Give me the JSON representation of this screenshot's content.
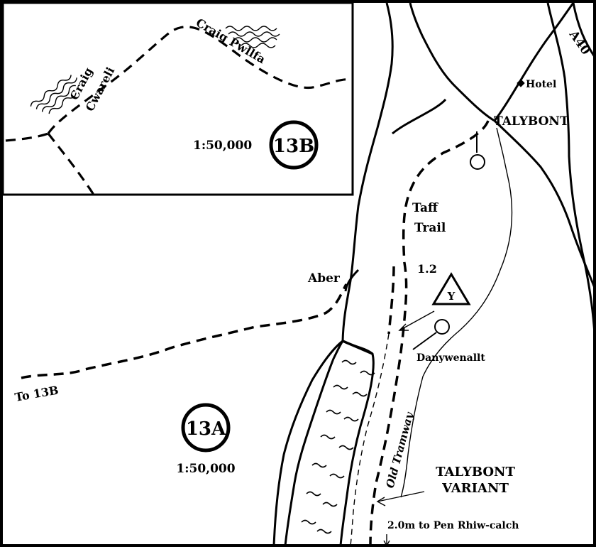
{
  "map": {
    "inset": {
      "scale": "1:50,000",
      "badge": "13B",
      "labels": {
        "craig_pwllfa": "Craig Pwllfa",
        "craig_cwareli_line1": "Craig",
        "craig_cwareli_line2": "Cwareli"
      }
    },
    "main": {
      "scale": "1:50,000",
      "badge": "13A",
      "labels": {
        "road": "A40",
        "hotel": "Hotel",
        "town": "TALYBONT",
        "taff_line1": "Taff",
        "taff_line2": "Trail",
        "aber": "Aber",
        "distance_1": "1.2",
        "hostel_symbol": "Y",
        "danywenallt": "Danywenallt",
        "to_13b": "To 13B",
        "old_tramway": "Old Tramway",
        "variant_line1": "TALYBONT",
        "variant_line2": "VARIANT",
        "distance_2": "2.0m to Pen Rhiw-calch"
      }
    },
    "colors": {
      "ink": "#000000",
      "paper": "#ffffff"
    }
  }
}
